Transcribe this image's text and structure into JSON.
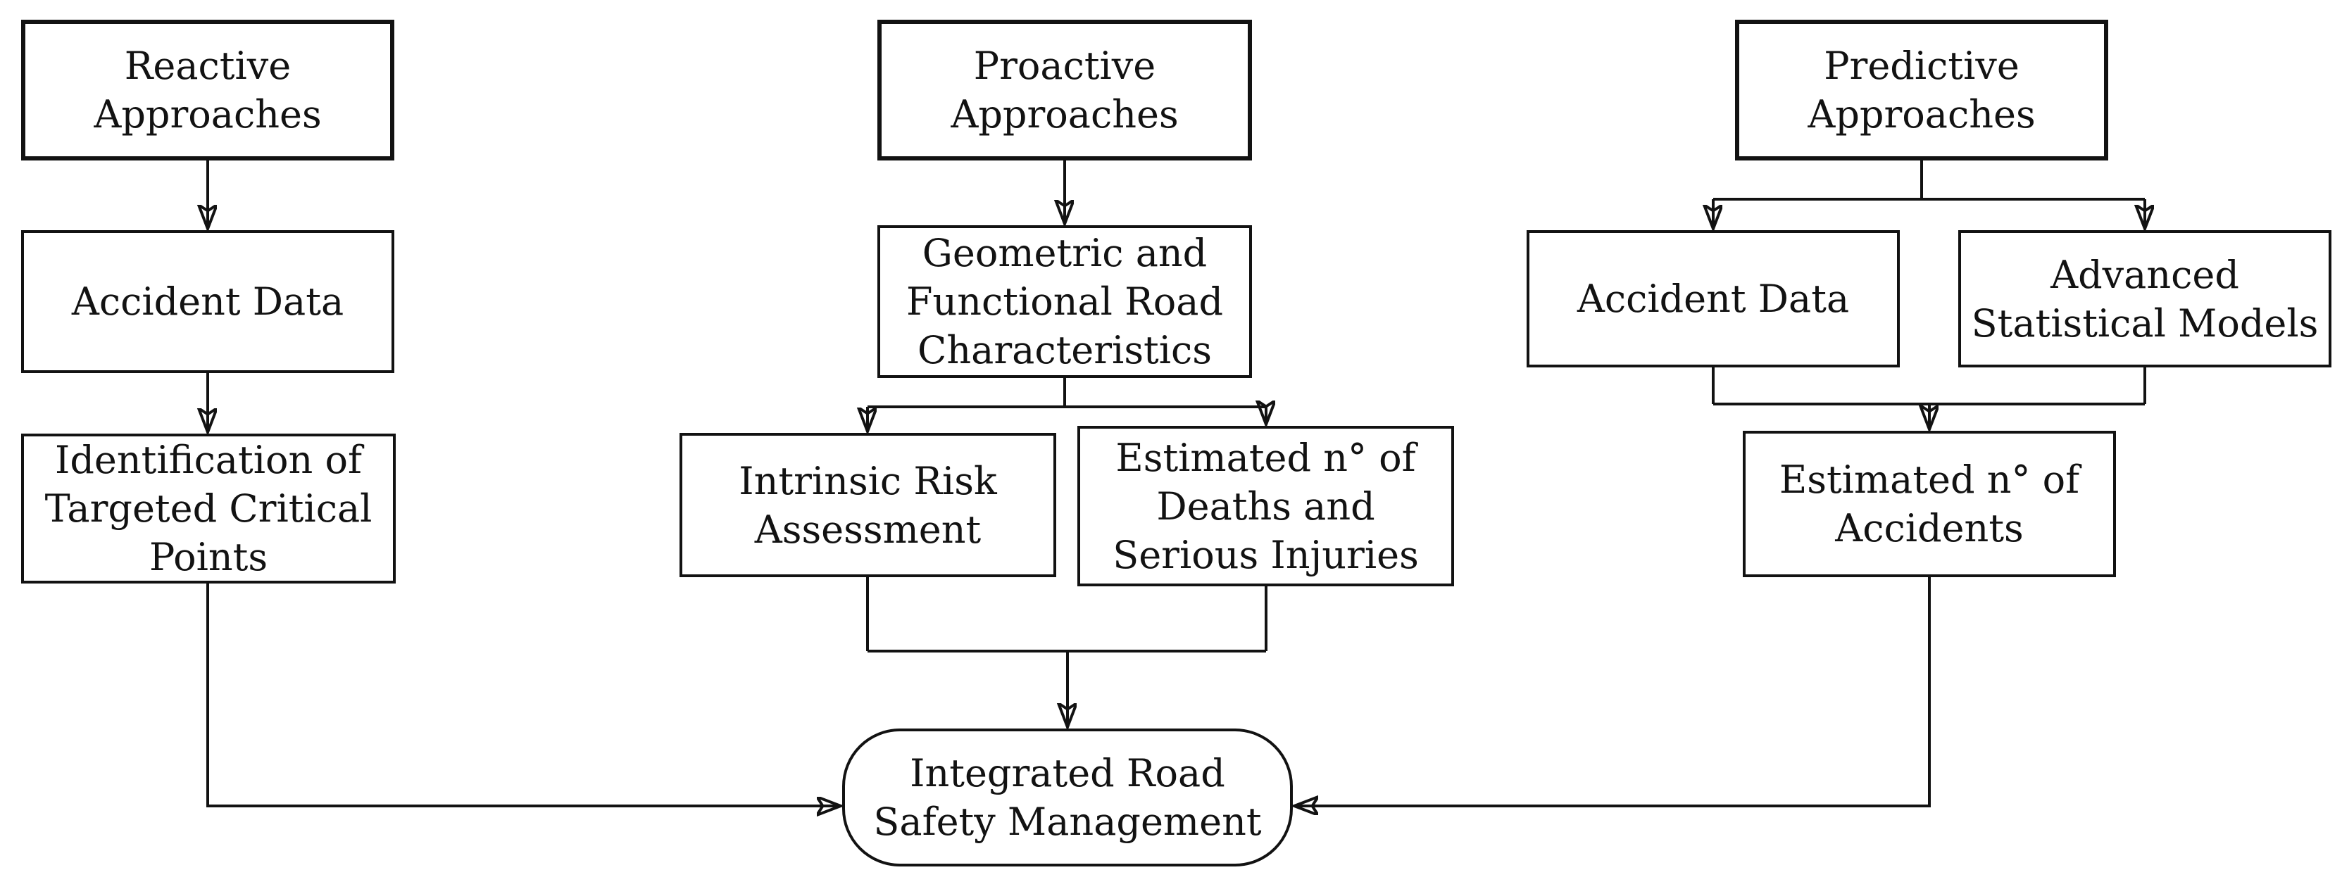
{
  "figure": {
    "type": "flowchart",
    "background_color": "#ffffff",
    "ink_color": "#121212"
  },
  "nodes": {
    "reactive": {
      "lines": [
        "Reactive",
        "Approaches"
      ]
    },
    "accleft": {
      "lines": [
        "Accident Data"
      ]
    },
    "ident": {
      "lines": [
        "Identification of",
        "Targeted Critical",
        "Points"
      ]
    },
    "proactive": {
      "lines": [
        "Proactive",
        "Approaches"
      ]
    },
    "geometric": {
      "lines": [
        "Geometric and",
        "Functional Road",
        "Characteristics"
      ]
    },
    "intrinsic": {
      "lines": [
        "Intrinsic Risk",
        "Assessment"
      ]
    },
    "estdeaths": {
      "lines": [
        "Estimated n° of",
        "Deaths and",
        "Serious Injuries"
      ]
    },
    "predictive": {
      "lines": [
        "Predictive",
        "Approaches"
      ]
    },
    "accright": {
      "lines": [
        "Accident Data"
      ]
    },
    "advanced": {
      "lines": [
        "Advanced",
        "Statistical Models"
      ]
    },
    "estacc": {
      "lines": [
        "Estimated n° of",
        "Accidents"
      ]
    },
    "integrated": {
      "lines": [
        "Integrated Road",
        "Safety Management"
      ]
    }
  },
  "edges": [
    {
      "from": "reactive",
      "to": "accleft",
      "style": "arrow"
    },
    {
      "from": "accleft",
      "to": "ident",
      "style": "arrow"
    },
    {
      "from": "ident",
      "to": "integrated",
      "style": "elbow-arrow"
    },
    {
      "from": "proactive",
      "to": "geometric",
      "style": "arrow"
    },
    {
      "from": "geometric",
      "to": "intrinsic",
      "style": "split-arrow"
    },
    {
      "from": "geometric",
      "to": "estdeaths",
      "style": "split-arrow"
    },
    {
      "from": "intrinsic",
      "to": "integrated",
      "style": "join-arrow"
    },
    {
      "from": "estdeaths",
      "to": "integrated",
      "style": "join-arrow"
    },
    {
      "from": "predictive",
      "to": "accright",
      "style": "split-arrow"
    },
    {
      "from": "predictive",
      "to": "advanced",
      "style": "split-arrow"
    },
    {
      "from": "accright",
      "to": "estacc",
      "style": "join-arrow"
    },
    {
      "from": "advanced",
      "to": "estacc",
      "style": "join-arrow"
    },
    {
      "from": "estacc",
      "to": "integrated",
      "style": "elbow-arrow"
    }
  ]
}
